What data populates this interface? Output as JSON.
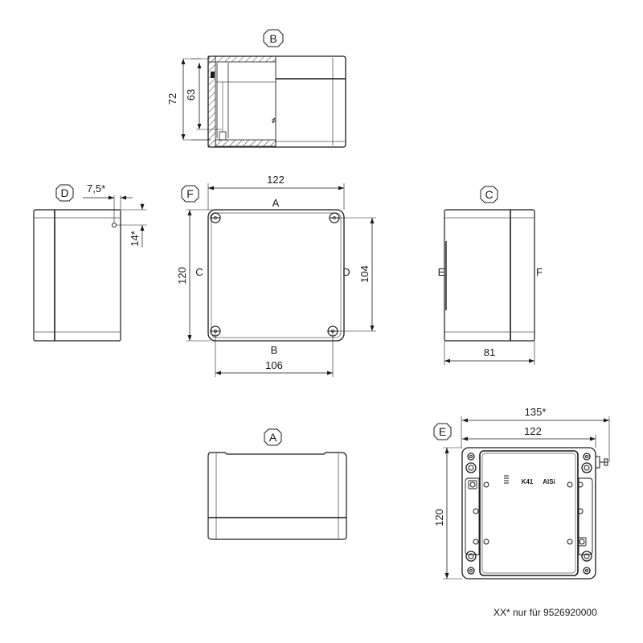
{
  "views": {
    "B": {
      "label": "B",
      "dims": {
        "outer_height": "72",
        "inner_height": "63"
      }
    },
    "D": {
      "label": "D",
      "dims": {
        "offset_h": "7,5*",
        "offset_v": "14*"
      }
    },
    "F": {
      "label": "F",
      "dims": {
        "width": "122",
        "height": "120",
        "screw_vertical": "104",
        "screw_horizontal": "106"
      },
      "side_labels": {
        "top": "A",
        "bottom": "B",
        "left": "C",
        "right": "D"
      }
    },
    "C": {
      "label": "C",
      "dims": {
        "depth": "81"
      },
      "side_labels": {
        "left": "E",
        "right": "F"
      }
    },
    "A": {
      "label": "A"
    },
    "E": {
      "label": "E",
      "dims": {
        "overall_width": "135*",
        "width": "122",
        "height": "120"
      },
      "markings": {
        "material_code": "K41",
        "material": "AlSi"
      }
    }
  },
  "footnote": "XX* nur für 9526920000",
  "colors": {
    "line": "#1a1a1a",
    "thin": "#555555",
    "background": "#ffffff"
  }
}
